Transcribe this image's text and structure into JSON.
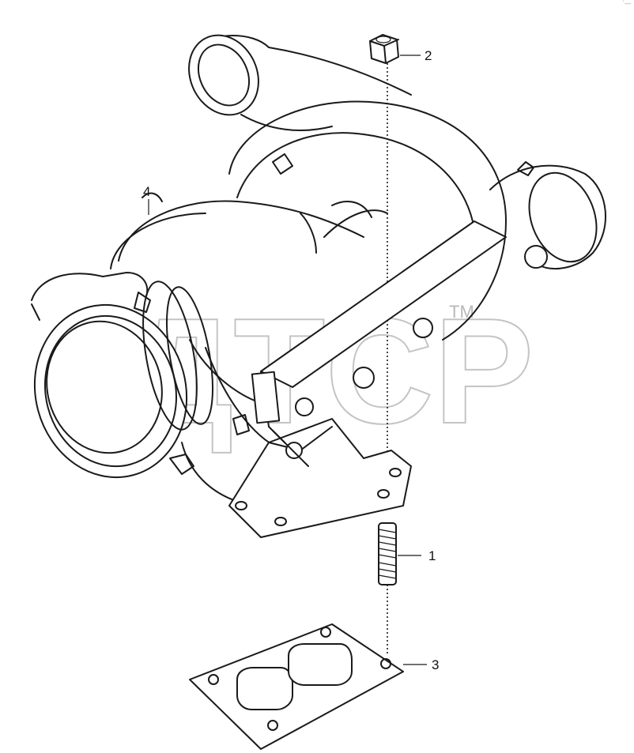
{
  "callouts": {
    "c1": "1",
    "c2": "2",
    "c3": "3",
    "c4": "4"
  },
  "watermark": {
    "text": "ДТСР",
    "tm": "TM"
  },
  "corner_mark": "´—"
}
